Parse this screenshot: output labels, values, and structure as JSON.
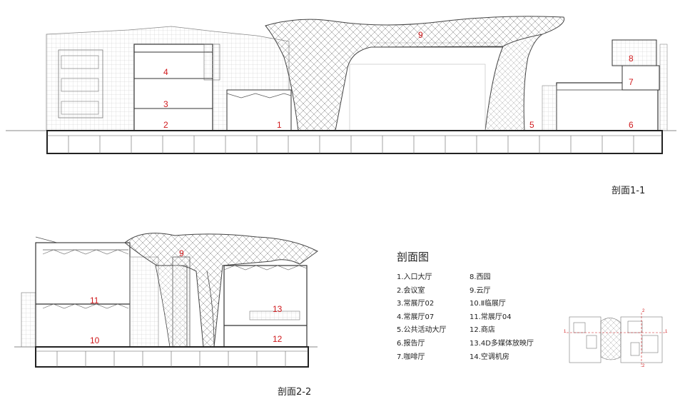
{
  "section1": {
    "caption": "剖面1-1",
    "rooms": [
      {
        "label": "1"
      },
      {
        "label": "2"
      },
      {
        "label": "3"
      },
      {
        "label": "4"
      },
      {
        "label": "5"
      },
      {
        "label": "6"
      },
      {
        "label": "7"
      },
      {
        "label": "8"
      },
      {
        "label": "9"
      }
    ]
  },
  "section2": {
    "caption": "剖面2-2",
    "rooms": [
      {
        "label": "9"
      },
      {
        "label": "10"
      },
      {
        "label": "11"
      },
      {
        "label": "12"
      },
      {
        "label": "13"
      }
    ]
  },
  "legend": {
    "title": "剖面图",
    "col1": [
      "1.入口大厅",
      "2.会议室",
      "3.常展厅02",
      "4.常展厅07",
      "5.公共活动大厅",
      "6.报告厅",
      "7.咖啡厅"
    ],
    "col2": [
      "8.西园",
      "9.云厅",
      "10.Ⅱ临展厅",
      "11.常展厅04",
      "12.商店",
      "13.4D多媒体放映厅",
      "14.空调机房"
    ]
  },
  "keymap": {
    "marks": [
      "1",
      "1",
      "2",
      "2"
    ]
  },
  "colors": {
    "room_label": "#d0191c",
    "line": "#555555"
  }
}
